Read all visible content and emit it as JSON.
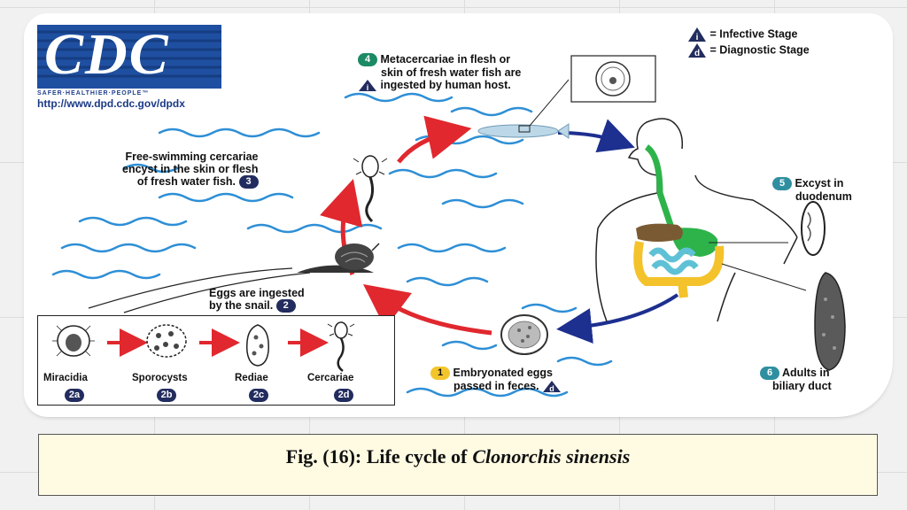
{
  "logo": {
    "text": "CDC",
    "tagline": "SAFER·HEALTHIER·PEOPLE™",
    "url": "http://www.dpd.cdc.gov/dpdx"
  },
  "legend": {
    "infective_badge": "i",
    "infective_label": "= Infective Stage",
    "diagnostic_badge": "d",
    "diagnostic_label": "= Diagnostic Stage"
  },
  "steps": {
    "s1": {
      "num": "1",
      "line1": "Embryonated eggs",
      "line2": "passed in feces."
    },
    "s2": {
      "num": "2",
      "line1": "Eggs are ingested",
      "line2": "by the snail."
    },
    "s3": {
      "num": "3",
      "line1": "Free-swimming cercariae",
      "line2": "encyst in the skin or flesh",
      "line3": "of fresh water fish."
    },
    "s4": {
      "num": "4",
      "line1": "Metacercariae in flesh or",
      "line2": "skin of fresh water fish are",
      "line3": "ingested by human host."
    },
    "s5": {
      "num": "5",
      "line1": "Excyst in",
      "line2": "duodenum"
    },
    "s6": {
      "num": "6",
      "line1": "Adults in",
      "line2": "biliary duct"
    }
  },
  "inset": {
    "stages": [
      {
        "label": "Miracidia",
        "code": "2a"
      },
      {
        "label": "Sporocysts",
        "code": "2b"
      },
      {
        "label": "Rediae",
        "code": "2c"
      },
      {
        "label": "Cercariae",
        "code": "2d"
      }
    ]
  },
  "caption": {
    "prefix": "Fig. (16): Life cycle of",
    "species": "Clonorchis sinensis"
  },
  "colors": {
    "red_arrow": "#e0282e",
    "blue_arrow": "#1d2f8f",
    "water": "#2e8fd6",
    "intestine_yellow": "#f4c22b",
    "intestine_blue": "#5fc1d6",
    "stomach_green": "#2db34a",
    "liver_brown": "#7a5a33"
  }
}
